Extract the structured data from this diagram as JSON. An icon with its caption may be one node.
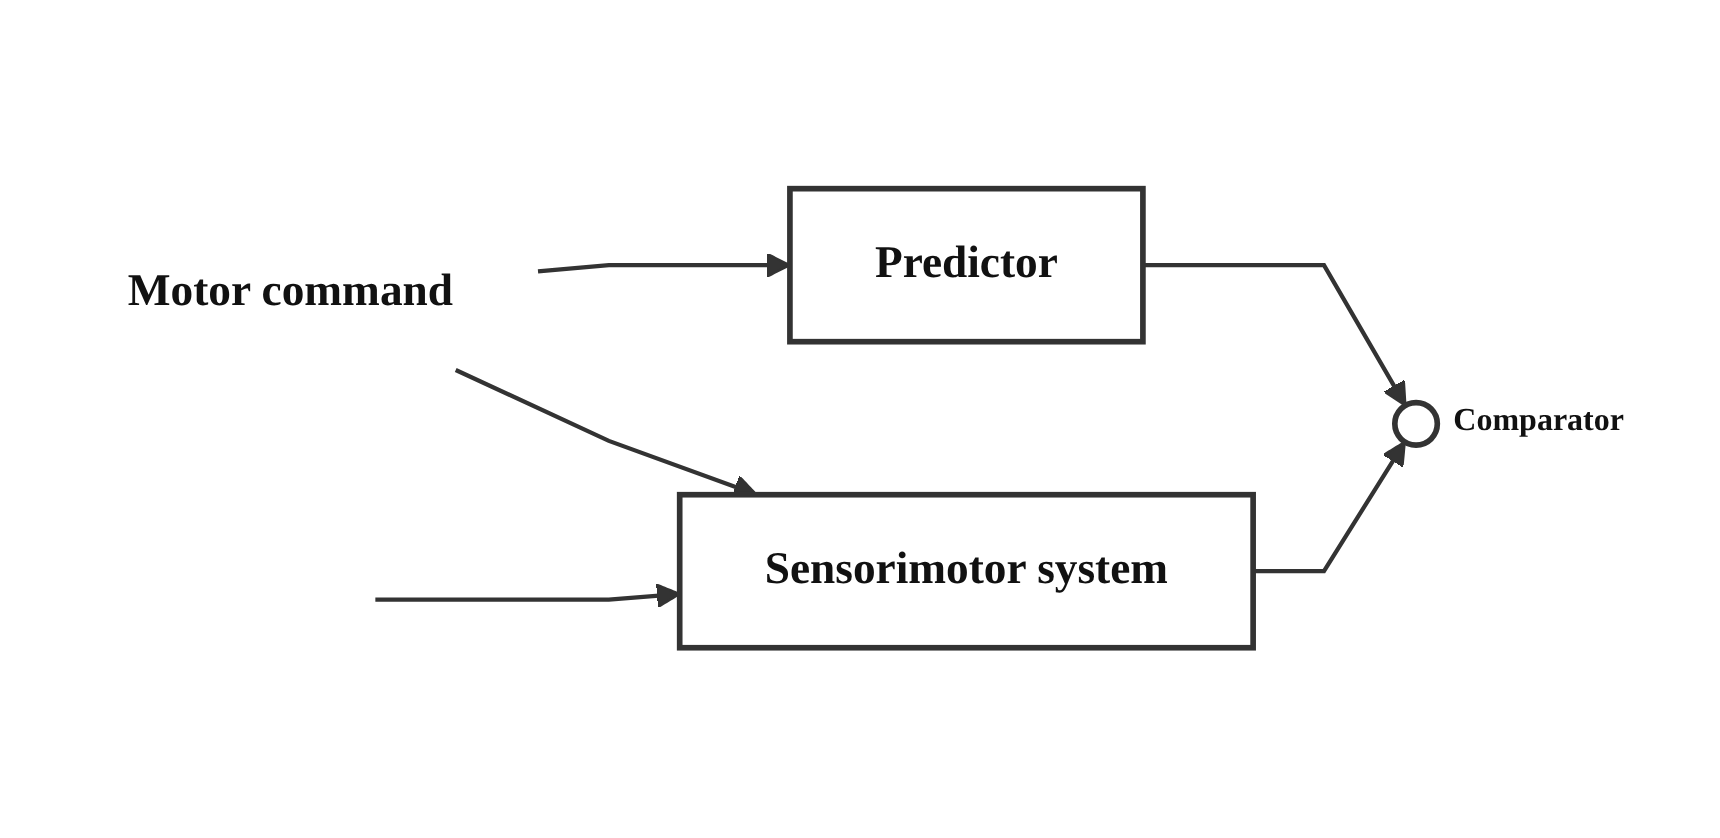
{
  "diagram": {
    "nodes": [
      {
        "text": [
          "Motor command"
        ]
      },
      {
        "text": [
          "Predictor"
        ]
      },
      {
        "text": [
          "Sensorimotor system"
        ]
      },
      {
        "text": [],
        "shape": "circle",
        "beside": [
          "Comparator"
        ]
      }
    ],
    "edges": [
      {
        "from": 0,
        "to": 1,
        "arrow": "to"
      },
      {
        "from": 0,
        "to": 2,
        "arrow": "to"
      },
      {
        "from": 1,
        "to": 3,
        "arrow": "to"
      },
      {
        "from": 2,
        "to": 3,
        "arrow": "to"
      },
      {
        "from": null,
        "to": 2,
        "arrow": "to"
      }
    ]
  }
}
